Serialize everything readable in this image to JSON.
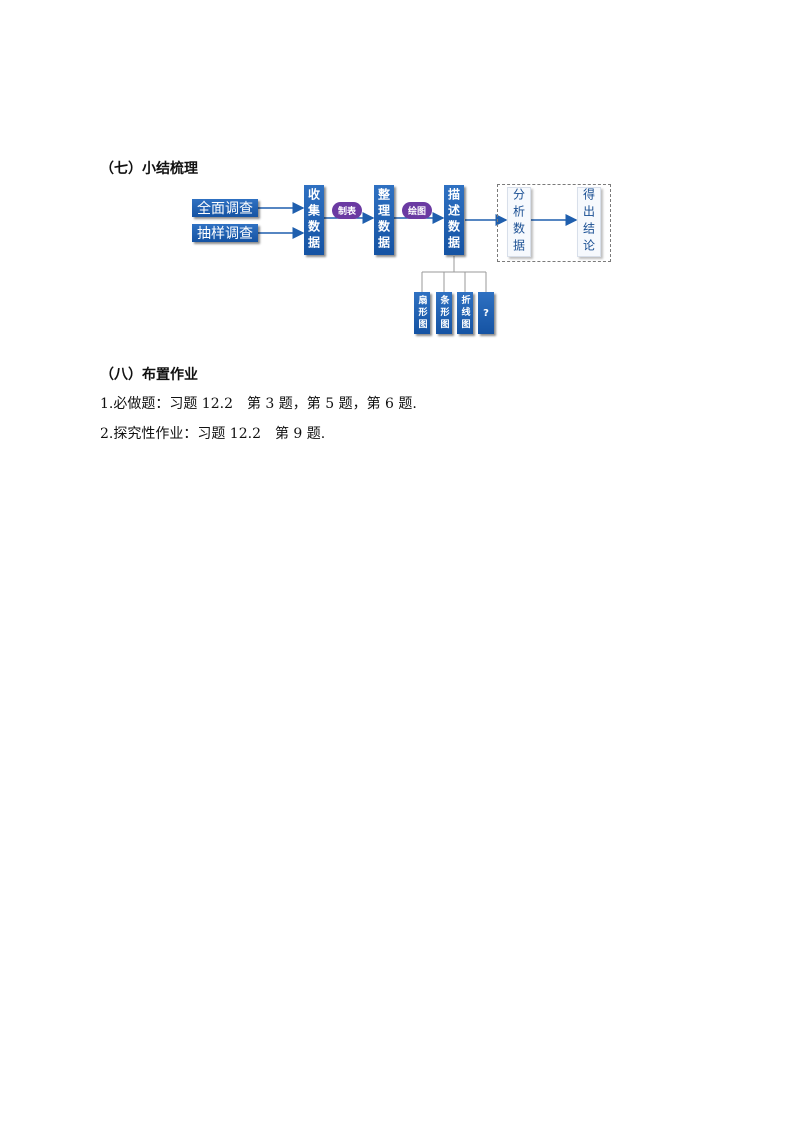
{
  "section7": {
    "title": "（七）小结梳理"
  },
  "diagram": {
    "survey_full": "全面调查",
    "survey_sample": "抽样调查",
    "collect": "收集数据",
    "tabulate_label": "制表",
    "organize": "整理数据",
    "draw_label": "绘图",
    "describe": "描述数据",
    "analyze": "分析数据",
    "conclude": "得出结论",
    "chart_types": [
      "扇形图",
      "条形图",
      "折线图",
      "?"
    ]
  },
  "section8": {
    "title": "（八）布置作业",
    "item1": "1.必做题：习题 12.2　第 3 题，第 5 题，第 6 题.",
    "item2": "2.探究性作业：习题 12.2　第 9 题."
  }
}
